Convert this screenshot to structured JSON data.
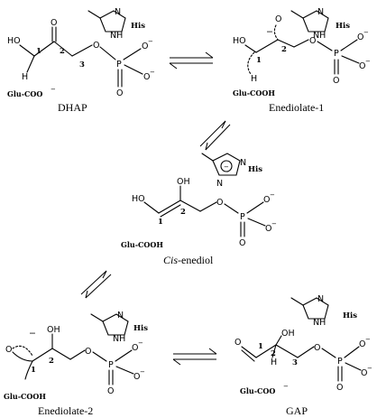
{
  "labels": {
    "dhap": "DHAP",
    "enediolate1": "Enediolate-1",
    "cis_italic": "Cis",
    "cis_rest": "-enediol",
    "enediolate2": "Enediolate-2",
    "gap": "GAP",
    "his": "His",
    "glu_coo": "Glu-COO",
    "glu_cooh": "Glu-COOH",
    "minus": "−",
    "atom_HO": "HO",
    "atom_OH": "OH",
    "atom_O": "O",
    "atom_P": "P",
    "atom_H": "H",
    "atom_N": "N",
    "atom_NH": "NH",
    "atom_Ominus": "O",
    "n1": "1",
    "n2": "2",
    "n3": "3"
  }
}
